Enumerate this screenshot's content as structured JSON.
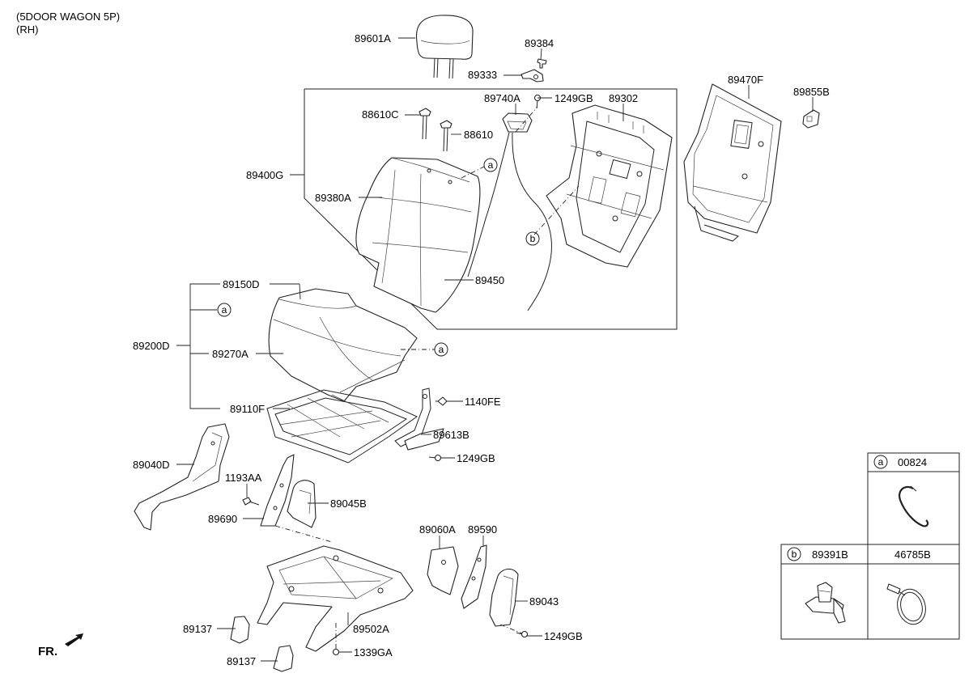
{
  "header": {
    "line1": "(5DOOR WAGON 5P)",
    "line2": "(RH)"
  },
  "fr_label": "FR.",
  "labels": {
    "l89601A": "89601A",
    "l89384": "89384",
    "l89333": "89333",
    "l89470F": "89470F",
    "l89855B": "89855B",
    "l89740A": "89740A",
    "l1249GB_top": "1249GB",
    "l89302": "89302",
    "l88610C": "88610C",
    "l88610": "88610",
    "l89400G": "89400G",
    "l89380A": "89380A",
    "l89450": "89450",
    "l89150D": "89150D",
    "l89200D": "89200D",
    "l89270A": "89270A",
    "l89110F": "89110F",
    "l1140FE": "1140FE",
    "l89613B": "89613B",
    "l1249GB_mid": "1249GB",
    "l89040D": "89040D",
    "l1193AA": "1193AA",
    "l89045B": "89045B",
    "l89690": "89690",
    "l89060A": "89060A",
    "l89590": "89590",
    "l89043": "89043",
    "l1249GB_bot": "1249GB",
    "l89137_a": "89137",
    "l89137_b": "89137",
    "l89502A": "89502A",
    "l1339GA": "1339GA"
  },
  "callouts": {
    "a": "a",
    "b": "b"
  },
  "legend": {
    "row_a": {
      "circle": "a",
      "part": "00824"
    },
    "row_b": {
      "circle": "b",
      "part1": "89391B",
      "part2": "46785B"
    }
  }
}
